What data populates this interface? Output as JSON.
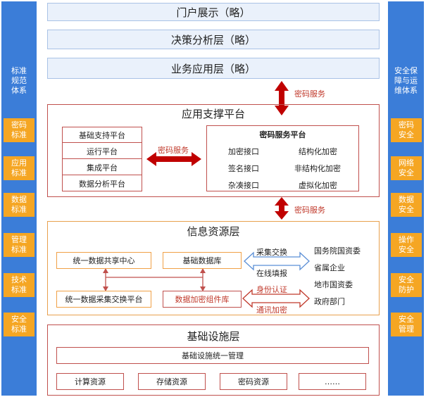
{
  "left_sidebar": {
    "title": "标准\n规范\n体系",
    "items": [
      "密码\n标准",
      "应用\n标准",
      "数据\n标准",
      "管理\n标准",
      "技术\n标准",
      "安全\n标准"
    ]
  },
  "right_sidebar": {
    "title": "安全保\n障与运\n维体系",
    "items": [
      "密码\n安全",
      "网络\n安全",
      "数据\n安全",
      "操作\n安全",
      "安全\n防护",
      "安全\n管理"
    ]
  },
  "top_layers": [
    "门户展示（略）",
    "决策分析层（略）",
    "业务应用层（略）"
  ],
  "arrow_labels": {
    "crypto_service_1": "密码服务",
    "crypto_service_2": "密码服务",
    "crypto_service_3": "密码服务"
  },
  "app_support": {
    "title": "应用支撑平台",
    "left_items": [
      "基础支持平台",
      "运行平台",
      "集成平台",
      "数据分析平台"
    ],
    "crypto_platform": {
      "title": "密码服务平台",
      "items": [
        "加密接口",
        "结构化加密",
        "签名接口",
        "非结构化加密",
        "杂凑接口",
        "虚拟化加密"
      ]
    }
  },
  "info_resource": {
    "title": "信息资源层",
    "boxes": [
      "统一数据共享中心",
      "基础数据库",
      "统一数据采集交换平台",
      "数据加密组件库"
    ],
    "exchange_labels": [
      "采集交换",
      "在线填报"
    ],
    "security_labels": [
      "身份认证",
      "通讯加密"
    ],
    "sources": [
      "国务院国资委",
      "省属企业",
      "地市国资委",
      "政府部门"
    ]
  },
  "infrastructure": {
    "title": "基础设施层",
    "management": "基础设施统一管理",
    "resources": [
      "计算资源",
      "存储资源",
      "密码资源",
      "……"
    ]
  },
  "colors": {
    "side_blue": "#3b7dd8",
    "side_orange": "#f5a623",
    "arrow_red": "#c00000",
    "arrow_blue": "#5b8fd6"
  }
}
